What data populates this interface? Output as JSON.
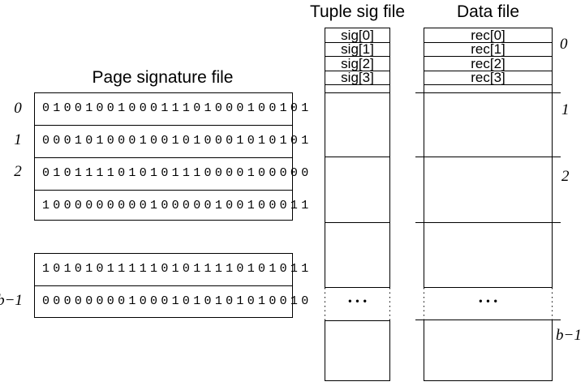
{
  "page_signature_file": {
    "title": "Page signature file",
    "block1": [
      {
        "label": "0",
        "bits": "0100100100011101000100101"
      },
      {
        "label": "1",
        "bits": "0001010001001010001010101"
      },
      {
        "label": "2",
        "bits": "0101111010101110000100000"
      },
      {
        "label": "",
        "bits": "1000000000100000100100011"
      }
    ],
    "block2": [
      {
        "label": "",
        "bits": "1010101111101011110101011"
      },
      {
        "label": "b−1",
        "bits": "0000000010001010101010010"
      }
    ]
  },
  "tuple_sig_file": {
    "title": "Tuple sig file",
    "entries": [
      "sig[0]",
      "sig[1]",
      "sig[2]",
      "sig[3]"
    ],
    "ellipsis": "•••"
  },
  "data_file": {
    "title": "Data file",
    "entries": [
      "rec[0]",
      "rec[1]",
      "rec[2]",
      "rec[3]"
    ],
    "ellipsis": "•••"
  },
  "page_labels": {
    "right": [
      "0",
      "1",
      "2",
      "b−1"
    ]
  },
  "colors": {
    "line": "#000000",
    "background": "#ffffff",
    "text": "#000000"
  }
}
